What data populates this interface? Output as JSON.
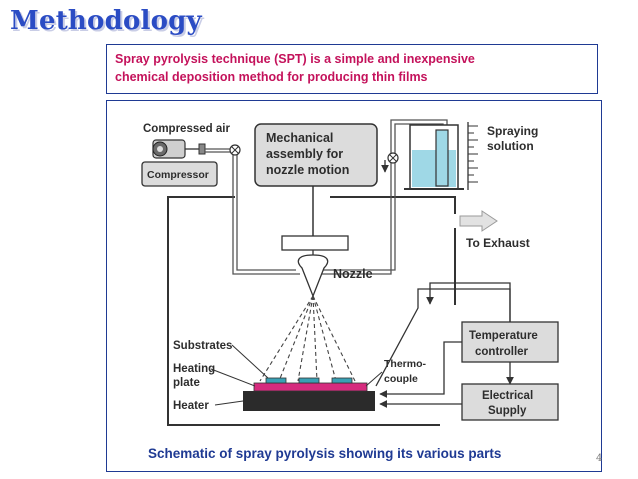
{
  "slide": {
    "title": "Methodology",
    "intro_line1": "Spray pyrolysis technique (SPT) is a simple and inexpensive",
    "intro_line2": "chemical deposition method for producing thin films",
    "caption": "Schematic of spray pyrolysis showing its various parts",
    "page_number": "4"
  },
  "diagram": {
    "compressed_air": "Compressed air",
    "compressor": "Compressor",
    "mech_line1": "Mechanical",
    "mech_line2": "assembly for",
    "mech_line3": "nozzle motion",
    "spraying_line1": "Spraying",
    "spraying_line2": "solution",
    "to_exhaust": "To Exhaust",
    "nozzle": "Nozzle",
    "substrates": "Substrates",
    "heating_line1": "Heating",
    "heating_line2": "plate",
    "heater": "Heater",
    "thermo_line1": "Thermo-",
    "thermo_line2": "couple",
    "temp_line1": "Temperature",
    "temp_line2": "controller",
    "elec_line1": "Electrical",
    "elec_line2": "Supply"
  },
  "colors": {
    "title": "#2b4cc4",
    "intro_text": "#c4125b",
    "frame": "#1f3a93",
    "box_fill": "#dcdcdc",
    "liquid": "#9fd8e6",
    "substrate": "#3aa0b4",
    "heating_plate": "#d62b7e",
    "heater": "#2b2b2b"
  }
}
